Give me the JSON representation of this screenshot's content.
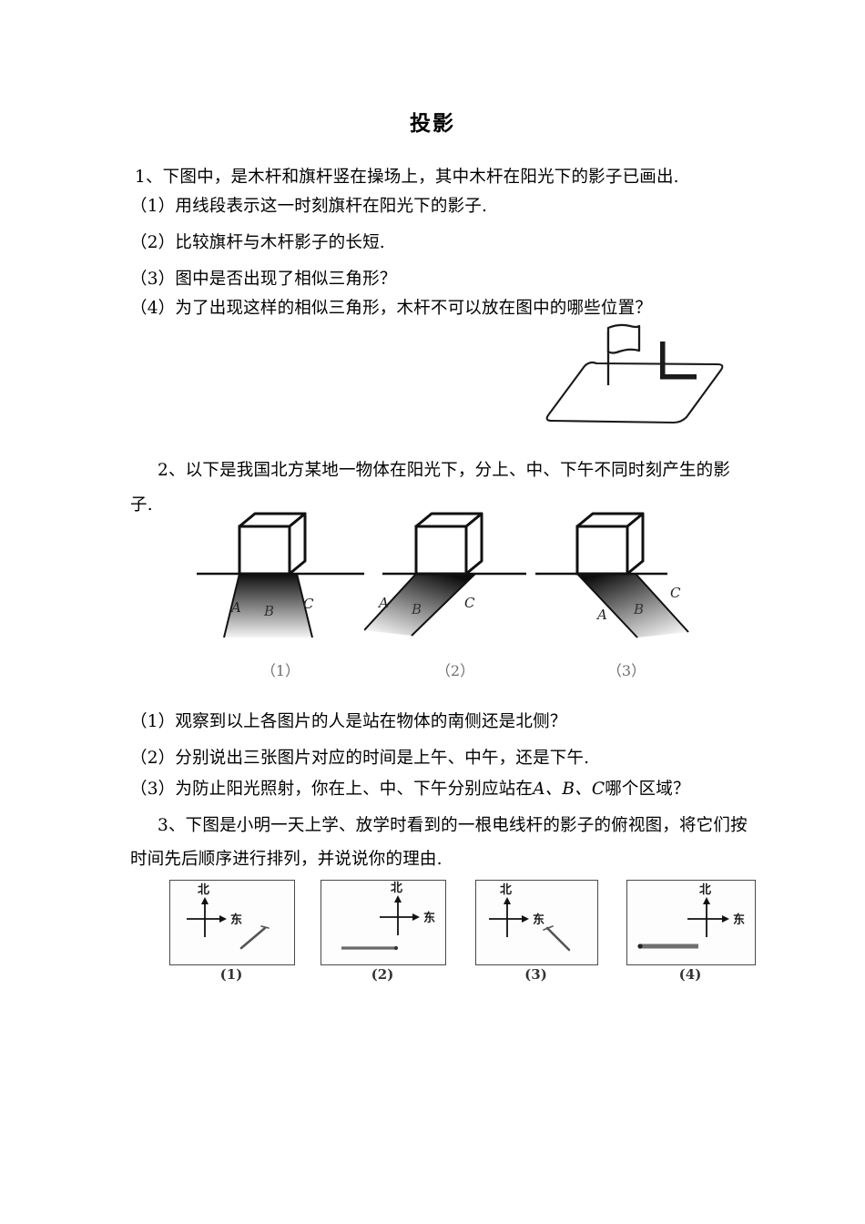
{
  "document": {
    "title": "投影"
  },
  "question1": {
    "lead": "1、下图中，是木杆和旗杆竖在操场上，其中木杆在阳光下的影子已画出.",
    "items": [
      "（1）用线段表示这一时刻旗杆在阳光下的影子.",
      "（2）比较旗杆与木杆影子的长短.",
      "（3）图中是否出现了相似三角形？",
      "（4）为了出现这样的相似三角形，木杆不可以放在图中的哪些位置？"
    ],
    "figure": {
      "name": "playground-flagpole-diagram",
      "elements": [
        "操场平面",
        "旗杆",
        "旗帜",
        "木杆",
        "木杆影子"
      ]
    }
  },
  "question2": {
    "lead": "2、以下是我国北方某地一物体在阳光下，分上、中、下午不同时刻产生的影子.",
    "figures": [
      {
        "caption": "（1）",
        "shadow_direction": "toward-viewer",
        "zone_labels": [
          "A",
          "B",
          "C"
        ]
      },
      {
        "caption": "（2）",
        "shadow_direction": "lower-left",
        "zone_labels": [
          "A",
          "B",
          "C"
        ]
      },
      {
        "caption": "（3）",
        "shadow_direction": "lower-right",
        "zone_labels": [
          "A",
          "B",
          "C"
        ]
      }
    ],
    "items": [
      "（1）观察到以上各图片的人是站在物体的南侧还是北侧？",
      "（2）分别说出三张图片对应的时间是上午、中午，还是下午.",
      "（3）为防止阳光照射，你在上、中、下午分别应站在"
    ],
    "item3_tail": "哪个区域？",
    "item3_zones": "A、B、C"
  },
  "question3": {
    "lead": "3、下图是小明一天上学、放学时看到的一根电线杆的影子的俯视图，将它们按时间先后顺序进行排列，并说说你的理由.",
    "compass": {
      "north_label": "北",
      "east_label": "东"
    },
    "figures": [
      {
        "caption": "(1)",
        "compass_position": "left",
        "shadow_direction": "northeast",
        "shadow_style": "thin-arrow"
      },
      {
        "caption": "(2)",
        "compass_position": "right",
        "shadow_direction": "west-horizontal",
        "shadow_style": "thin-bar"
      },
      {
        "caption": "(3)",
        "compass_position": "left",
        "shadow_direction": "southeast",
        "shadow_style": "thin-arrow"
      },
      {
        "caption": "(4)",
        "compass_position": "right",
        "shadow_direction": "west-horizontal",
        "shadow_style": "thick-bar"
      }
    ]
  },
  "colors": {
    "text": "#000000",
    "ink": "#1a1a1a",
    "shadow_dark": "#141414",
    "shadow_light": "#f2f2f2",
    "box_border": "#4a4a4a",
    "caption_gray": "#6e6e6e"
  }
}
